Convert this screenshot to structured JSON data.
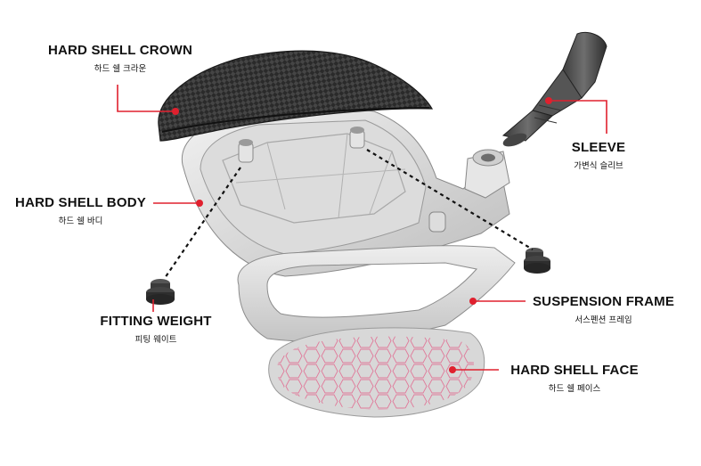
{
  "accent_color": "#e0202e",
  "parts": [
    {
      "en": "HARD SHELL CROWN",
      "ko": "하드 쉘 크라운"
    },
    {
      "en": "HARD SHELL BODY",
      "ko": "하드 쉘 바디"
    },
    {
      "en": "FITTING WEIGHT",
      "ko": "피팅 웨이트"
    },
    {
      "en": "SLEEVE",
      "ko": "가변식 슬리브"
    },
    {
      "en": "SUSPENSION FRAME",
      "ko": "서스펜션 프레임"
    },
    {
      "en": "HARD SHELL FACE",
      "ko": "하드 쉘 페이스"
    }
  ]
}
